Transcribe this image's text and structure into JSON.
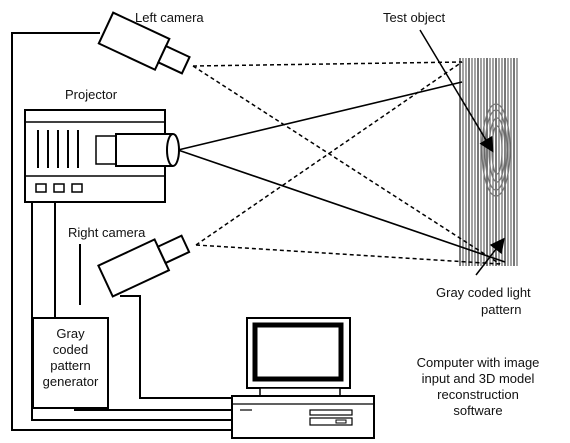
{
  "labels": {
    "left_camera": "Left camera",
    "projector": "Projector",
    "right_camera": "Right camera",
    "test_object": "Test object",
    "gray_pattern_l1": "Gray coded light",
    "gray_pattern_l2": "pattern",
    "generator_l1": "Gray",
    "generator_l2": "coded",
    "generator_l3": "pattern",
    "generator_l4": "generator",
    "computer_l1": "Computer with image",
    "computer_l2": "input and 3D model",
    "computer_l3": "reconstruction",
    "computer_l4": "software"
  },
  "icons": {
    "left_camera": "camera-icon",
    "right_camera": "camera-icon",
    "projector": "projector-icon",
    "computer": "desktop-computer-icon",
    "pattern": "stripe-pattern-icon",
    "object": "oval-object-icon"
  },
  "colors": {
    "stroke": "#000000",
    "stripe": "#555555",
    "fill": "#ffffff"
  }
}
